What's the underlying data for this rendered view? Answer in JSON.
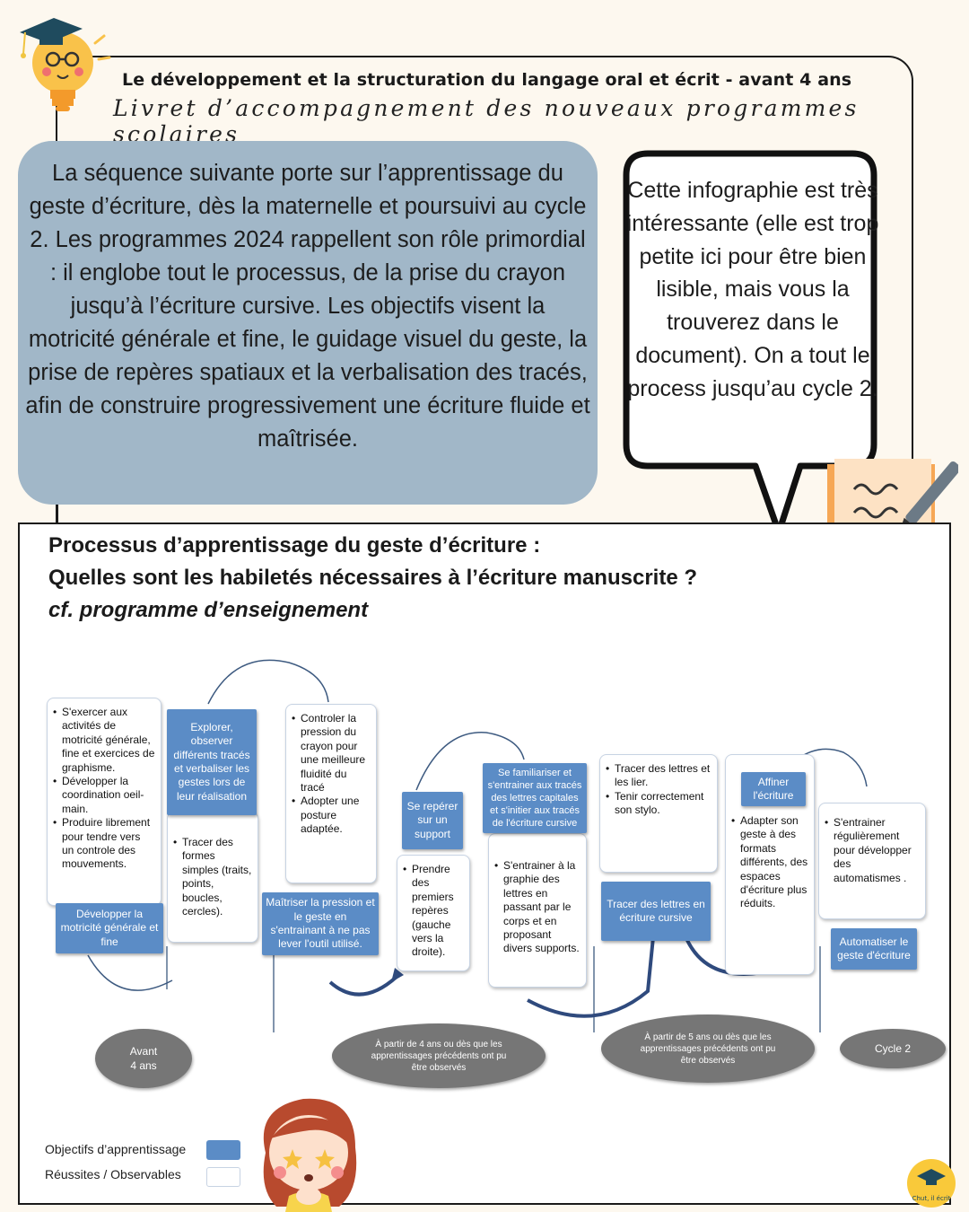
{
  "header": {
    "title": "Le développement et la structuration du langage oral et écrit - avant 4 ans",
    "subtitle": "Livret d’accompagnement des nouveaux programmes scolaires"
  },
  "intro_paragraph": "La séquence suivante porte sur l’apprentissage du geste d’écriture, dès la maternelle et poursuivi au cycle 2. Les programmes 2024 rappellent son rôle primordial : il englobe tout le processus, de la prise du crayon jusqu’à l’écriture cursive. Les objectifs visent la motricité générale et fine, le guidage visuel du geste, la prise de repères spatiaux et la verbalisation des tracés, afin de construire progressivement une écriture fluide et maîtrisée.",
  "speech_bubble": "Cette infographie est très intéressante (elle est trop petite ici pour être bien lisible, mais vous la trouverez dans le document). On a tout le process jusqu’au cycle 2.",
  "infographic": {
    "title_line1": "Processus d’apprentissage du geste d’écriture :",
    "title_line2": "Quelles sont les habiletés nécessaires à l’écriture manuscrite ?",
    "title_line3": "cf. programme d’enseignement",
    "observables": {
      "a": [
        "S'exercer aux activités de motricité générale, fine et exercices de graphisme.",
        "Développer la coordination oeil-main.",
        "Produire librement pour tendre vers un controle des mouvements."
      ],
      "b": [
        "Tracer des formes simples (traits, points, boucles, cercles)."
      ],
      "c": [
        "Controler la pression du crayon pour une meilleure fluidité du tracé",
        "Adopter une posture adaptée."
      ],
      "d": [
        "Prendre des premiers repères (gauche vers la droite)."
      ],
      "e": [
        "S'entrainer à la graphie des lettres en passant par le corps et en proposant divers supports."
      ],
      "f": [
        "Tracer des lettres et les lier.",
        "Tenir correctement son stylo."
      ],
      "g": [
        "Adapter son geste à des formats différents, des espaces d'écriture plus réduits."
      ],
      "h": [
        "S'entrainer régulièrement pour développer des automatismes ."
      ]
    },
    "objectives": {
      "a": "Développer la motricité générale et fine",
      "b": "Explorer, observer différents tracés et verbaliser les gestes lors de leur réalisation",
      "c": "Maîtriser la pression et le geste en s'entrainant à ne pas lever l'outil utilisé.",
      "d": "Se repérer sur un support",
      "e": "Se familiariser et s'entrainer aux tracés des lettres capitales et s'initier aux tracés de l'écriture cursive",
      "f": "Tracer des lettres en écriture cursive",
      "g": "Affiner l'écriture",
      "h": "Automatiser le geste d'écriture"
    },
    "stages": {
      "s1": "Avant 4 ans",
      "s2": "À partir de 4 ans ou dès que les apprentissages précédents ont pu être observés",
      "s3": "À partir de 5 ans ou dès que les apprentissages précédents ont pu être observés",
      "s4": "Cycle 2"
    },
    "legend": {
      "objectives_label": "Objectifs d’apprentissage",
      "observables_label": "Réussites / Observables"
    }
  },
  "logo_text": "Chut, il écrit",
  "colors": {
    "background": "#fdf8ef",
    "intro_box": "#a1b7c8",
    "objective_box": "#5b8cc6",
    "stage_oval": "#767676",
    "bulb": "#f9c24a",
    "book": "#f6a755"
  }
}
